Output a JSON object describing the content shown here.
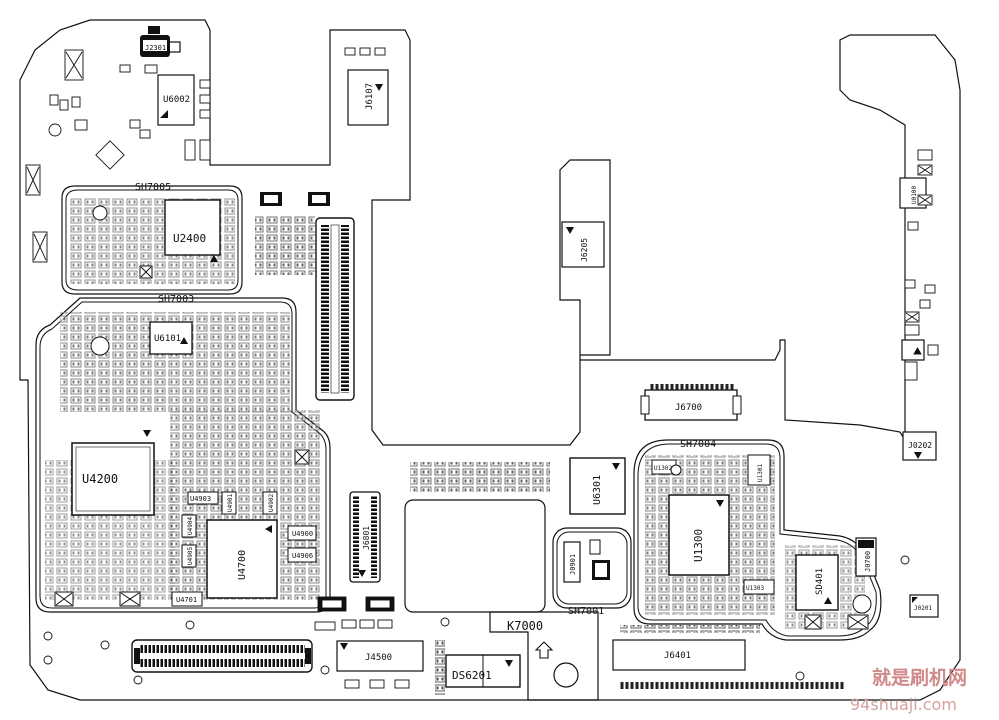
{
  "colors": {
    "line": "#111111",
    "pad": "#222222",
    "paper": "#ffffff",
    "watermark": "#d08a8a"
  },
  "labels": {
    "j2301": "J2301",
    "u6002": "U6002",
    "j6107": "J6107",
    "sh7005": "SH7005",
    "u2400": "U2400",
    "sh7003": "SH7003",
    "u6101": "U6101",
    "u4200": "U4200",
    "u4700": "U4700",
    "j6205": "J6205",
    "j6700": "J6700",
    "sh7004": "SH7004",
    "j0202": "J0202",
    "u6301": "U6301",
    "u1300": "U1300",
    "j6801": "J6801",
    "sd401": "SD401",
    "j0201": "J0201",
    "j4500": "J4500",
    "k7000": "K7000",
    "j6401": "J6401",
    "ds6201": "DS6201",
    "j0700": "J0700",
    "u4903": "U4903",
    "u4901": "U4901",
    "u4902": "U4902",
    "u4904": "U4904",
    "u4905": "U4905",
    "u4906": "U4906",
    "u4900": "U4900",
    "u4701": "U4701",
    "sh7001": "SH7001",
    "j0901": "J0901",
    "u0100": "U0100",
    "u1301": "U1301",
    "u1302": "U1302",
    "u1303": "U1303"
  },
  "watermark": {
    "line1": "就是刷机网",
    "line2": "94shuaji.com"
  }
}
